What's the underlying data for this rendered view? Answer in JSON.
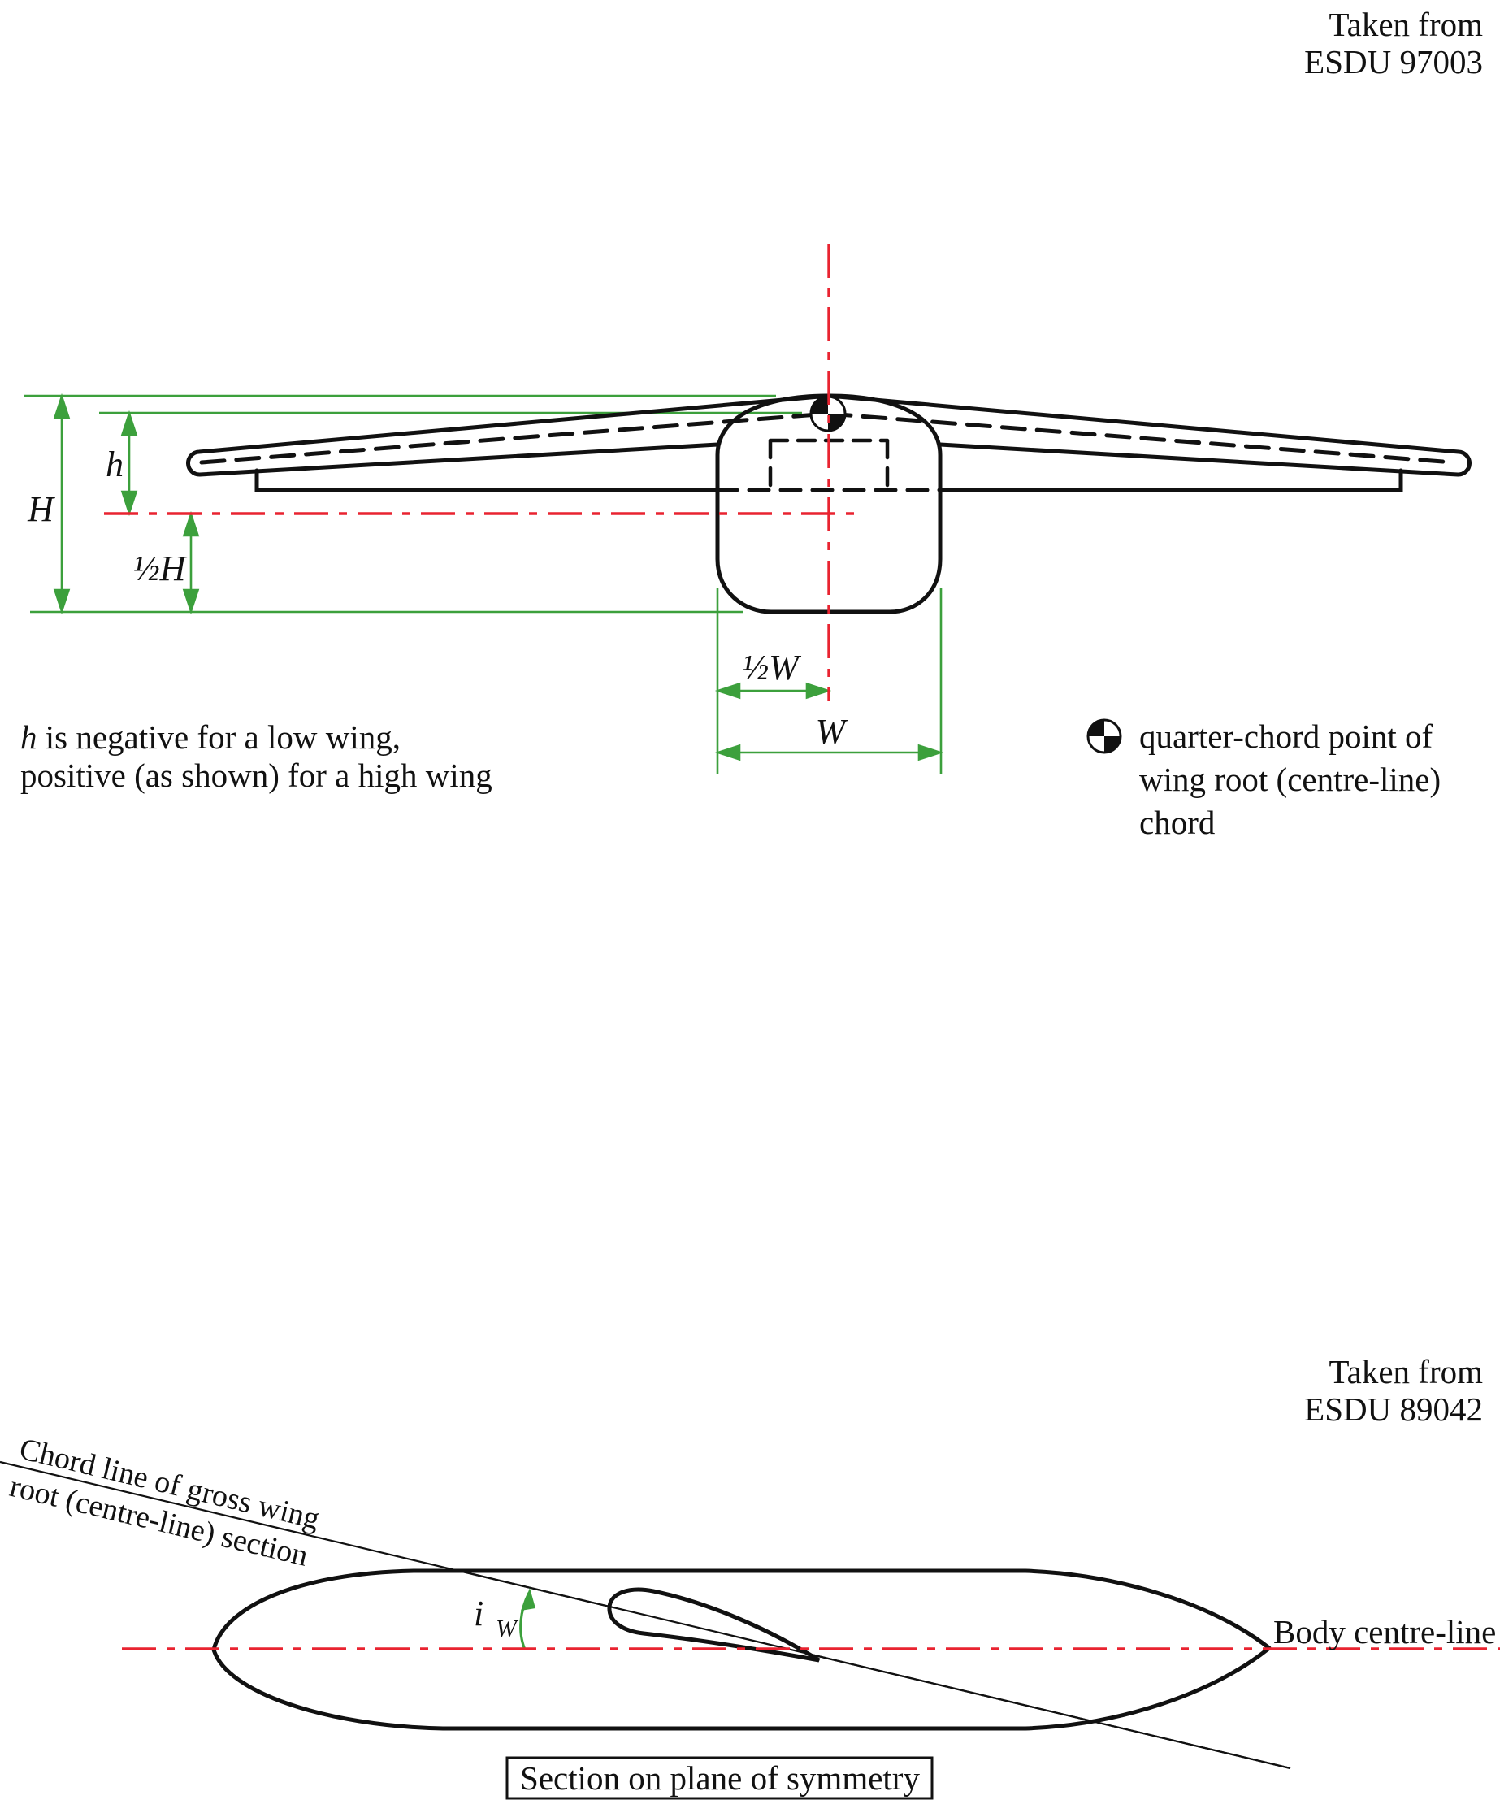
{
  "colors": {
    "accent_green": "#3ca03c",
    "accent_red": "#e92330",
    "ink": "#111111"
  },
  "top_figure": {
    "source_line1": "Taken from",
    "source_line2": "ESDU 97003",
    "dim_H": "H",
    "dim_h": "h",
    "dim_half_H": "½H",
    "dim_half_W": "½W",
    "dim_W": "W",
    "note_var": "h",
    "note_line1_rest": " is negative for a low wing,",
    "note_line2": "positive (as shown) for a high wing",
    "legend_line1": "quarter-chord point of",
    "legend_line2": "wing root (centre-line)",
    "legend_line3": "chord"
  },
  "bottom_figure": {
    "source_line1": "Taken from",
    "source_line2": "ESDU 89042",
    "chord_label_line1": "Chord line of gross wing",
    "chord_label_line2": "root (centre-line) section",
    "incidence_symbol": "i",
    "incidence_subscript": "W",
    "body_centreline_label": "Body centre-line",
    "section_caption": "Section on plane of symmetry"
  }
}
